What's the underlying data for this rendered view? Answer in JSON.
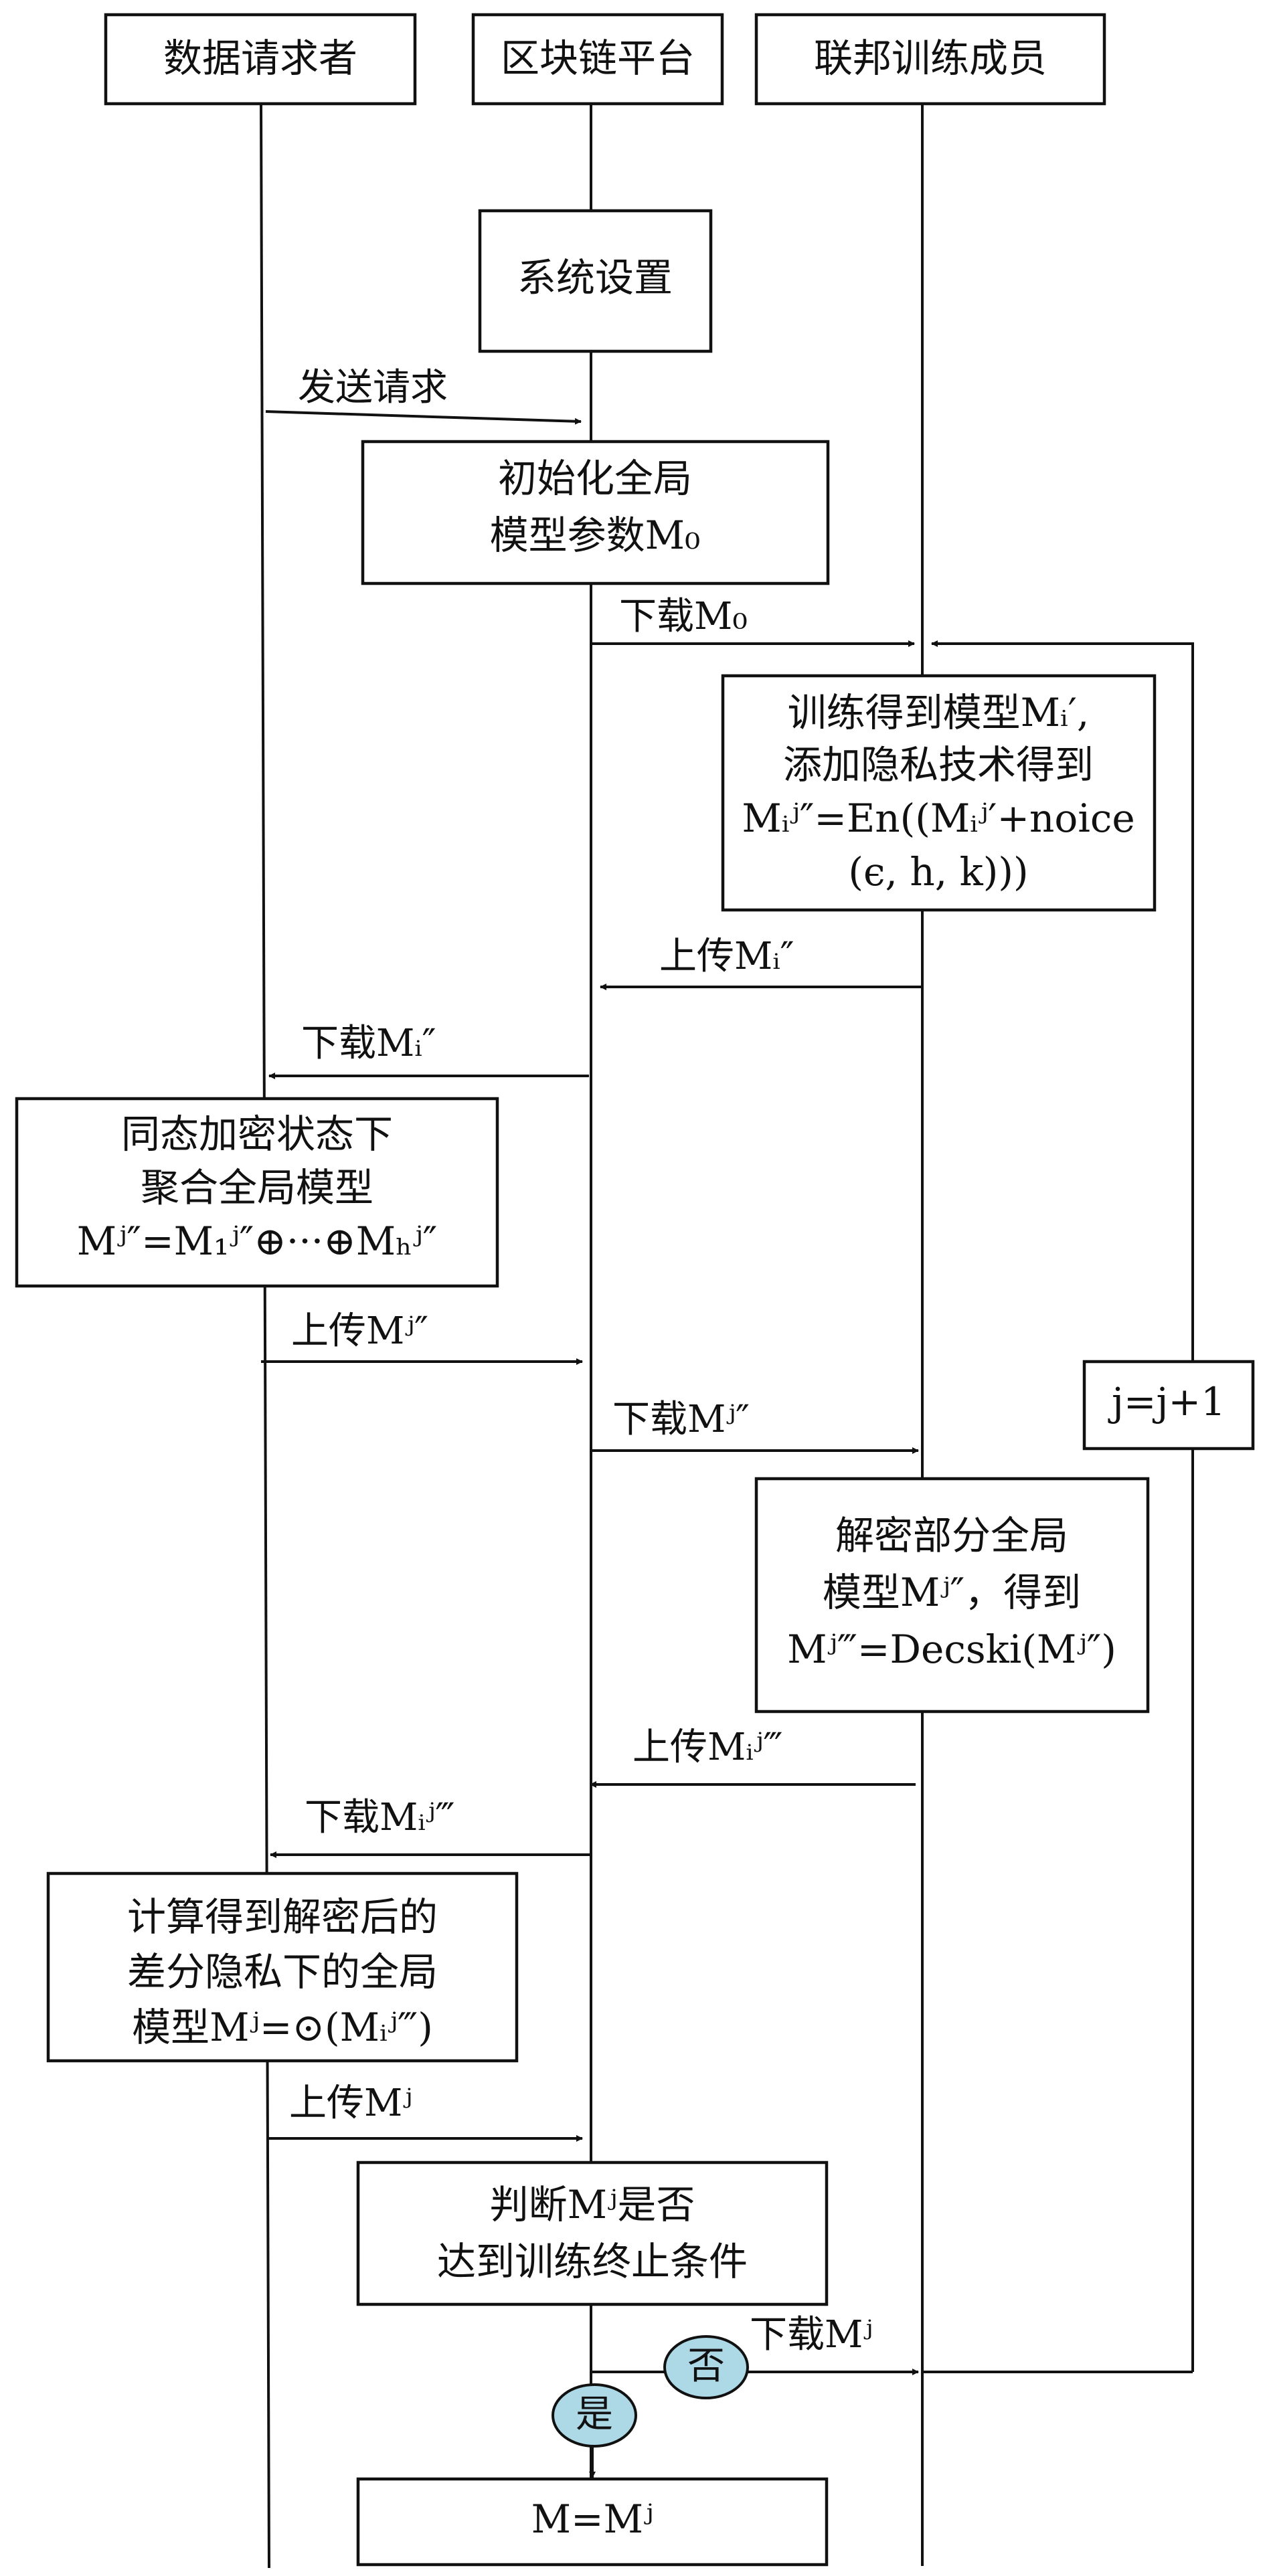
{
  "participants": [
    {
      "id": "requester",
      "label": "数据请求者"
    },
    {
      "id": "chain",
      "label": "区块链平台"
    },
    {
      "id": "members",
      "label": "联邦训练成员"
    }
  ],
  "boxes": {
    "system_setup": [
      "系统设置"
    ],
    "init_model": [
      "初始化全局",
      "模型参数M₀"
    ],
    "train_local": [
      "训练得到模型Mᵢ′,",
      "添加隐私技术得到",
      "Mᵢʲ″=En((Mᵢʲ′+noice",
      "(ϵ, h, k)))"
    ],
    "aggregate": [
      "同态加密状态下",
      "聚合全局模型",
      "Mʲ″=M₁ʲ″⊕···⊕Mₕʲ″"
    ],
    "loop_counter": [
      "j=j+1"
    ],
    "decrypt_partial": [
      "解密部分全局",
      "模型Mʲ″，得到",
      "Mʲ‴=Decski(Mʲ″)"
    ],
    "compute_global": [
      "计算得到解密后的",
      "差分隐私下的全局",
      "模型Mʲ=⊙(Mᵢʲ‴)"
    ],
    "check_stop": [
      "判断Mʲ是否",
      "达到训练终止条件"
    ],
    "final_model": [
      "M=Mʲ"
    ]
  },
  "messages": {
    "send_request": "发送请求",
    "download_m0": "下载M₀",
    "upload_mi2": "上传Mᵢ″",
    "download_mi2": "下载Mᵢ″",
    "upload_mj2": "上传Mʲ″",
    "download_mj2": "下载Mʲ″",
    "upload_mij3": "上传Mᵢʲ‴",
    "download_mij3": "下载Mᵢʲ‴",
    "upload_mj": "上传Mʲ",
    "download_mj": "下载Mʲ"
  },
  "decisions": {
    "no": "否",
    "yes": "是"
  },
  "colors": {
    "decision_fill": "#add8e6",
    "stroke": "#111111"
  }
}
